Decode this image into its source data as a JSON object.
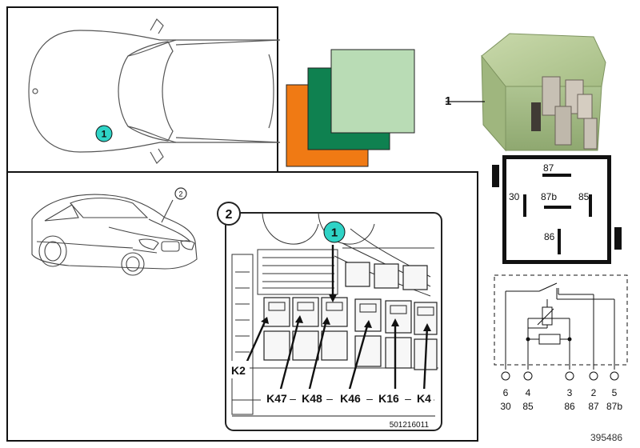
{
  "top_view": {
    "callout": "1"
  },
  "color_swatches": {
    "colors": [
      "#f07a14",
      "#0f8150",
      "#b9dcb5"
    ]
  },
  "relay": {
    "callout": "1",
    "pins": [
      "87",
      "30",
      "87b",
      "85",
      "86"
    ]
  },
  "car_callout": "2",
  "fusebox": {
    "inset_number": "2",
    "callout": "1",
    "labels": [
      "K2",
      "K47",
      "K48",
      "K46",
      "K16",
      "K4"
    ],
    "separator": "–",
    "image_code": "501216011"
  },
  "schematic": {
    "terminals_top": [
      "6",
      "4",
      "3",
      "2",
      "5"
    ],
    "terminals_bottom": [
      "30",
      "85",
      "86",
      "87",
      "87b"
    ]
  },
  "diagram_code": "395486"
}
